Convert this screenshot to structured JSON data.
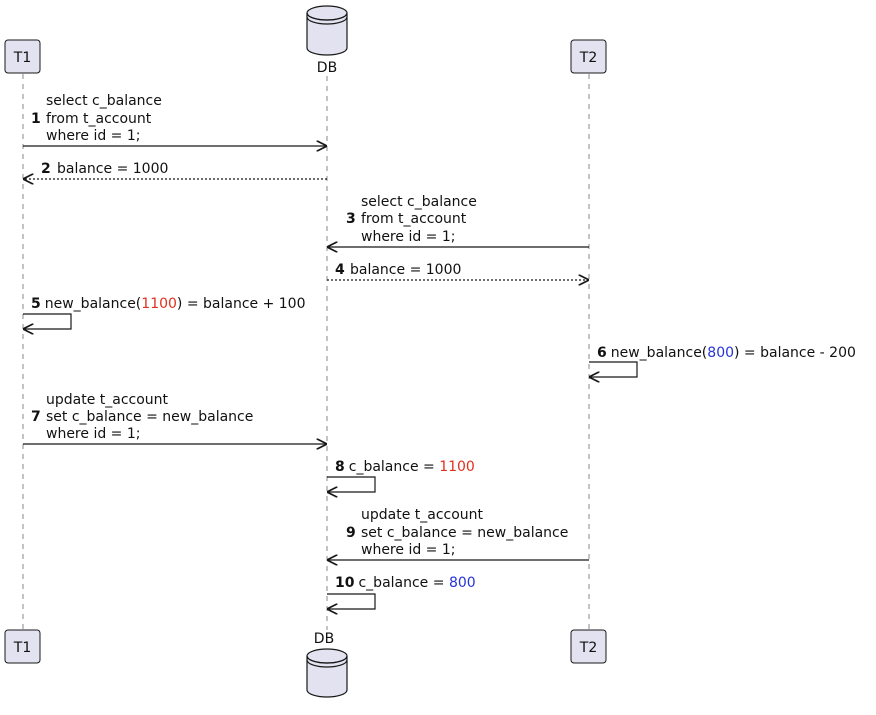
{
  "participants": {
    "t1": "T1",
    "db": "DB",
    "t2": "T2"
  },
  "messages": [
    {
      "num": "1",
      "lines": [
        "select c_balance",
        "from t_account",
        "where id = 1;"
      ]
    },
    {
      "num": "2",
      "lines": [
        "balance = 1000"
      ]
    },
    {
      "num": "3",
      "lines": [
        "select c_balance",
        "from t_account",
        "where id = 1;"
      ]
    },
    {
      "num": "4",
      "lines": [
        "balance = 1000"
      ]
    },
    {
      "num": "5",
      "prefix": "new_balance(",
      "highlight": "1100",
      "suffix": ") = balance + 100"
    },
    {
      "num": "6",
      "prefix": "new_balance(",
      "highlight": "800",
      "suffix": ") = balance - 200"
    },
    {
      "num": "7",
      "lines": [
        "update t_account",
        "set c_balance = new_balance",
        "where id = 1;"
      ]
    },
    {
      "num": "8",
      "prefix": "c_balance = ",
      "highlight": "1100",
      "suffix": ""
    },
    {
      "num": "9",
      "lines": [
        "update t_account",
        "set c_balance = new_balance",
        "where id = 1;"
      ]
    },
    {
      "num": "10",
      "prefix": "c_balance = ",
      "highlight": "800",
      "suffix": ""
    }
  ],
  "colors": {
    "participant_fill": "#e2e2f0",
    "participant_stroke": "#181818",
    "lifeline": "#888888",
    "highlight_red": "#e0301e",
    "highlight_blue": "#2634d6"
  }
}
